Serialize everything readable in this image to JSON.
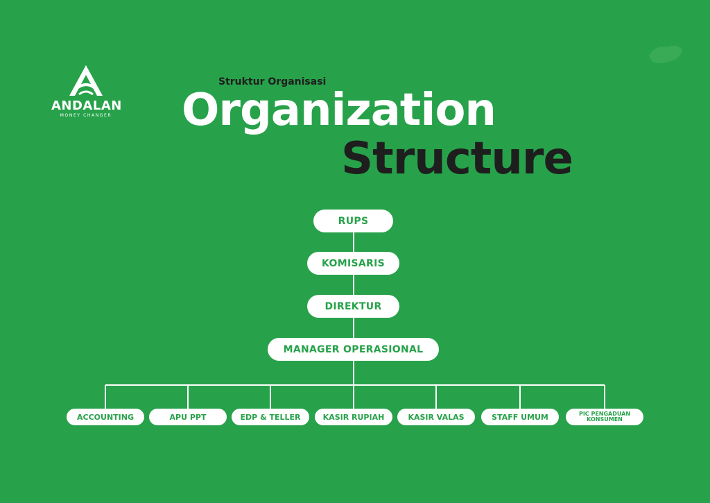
{
  "brand": {
    "name": "ANDALAN",
    "tagline": "MONEY CHANGER"
  },
  "header": {
    "subtitle": "Struktur Organisasi",
    "title_line1": "Organization",
    "title_line2": "Structure"
  },
  "org": {
    "top": [
      "RUPS",
      "KOMISARIS",
      "DIREKTUR",
      "MANAGER OPERASIONAL"
    ],
    "departments": [
      "ACCOUNTING",
      "APU PPT",
      "EDP & TELLER",
      "KASIR RUPIAH",
      "KASIR VALAS",
      "STAFF UMUM",
      "PIC PENGADUAN KONSUMEN"
    ]
  },
  "colors": {
    "background": "#27a24a",
    "dark": "#1e1e1e",
    "white": "#ffffff"
  }
}
